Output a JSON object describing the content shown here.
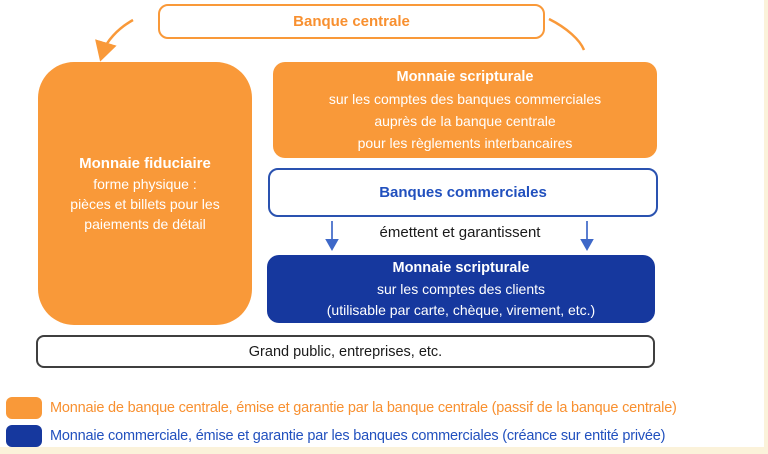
{
  "boxes": {
    "central_bank": {
      "label": "Banque centrale"
    },
    "fiduciary": {
      "title": "Monnaie fiduciaire",
      "lines": [
        "forme physique :",
        "pièces et billets pour les",
        "paiements de détail"
      ]
    },
    "scriptural_central": {
      "title": "Monnaie scripturale",
      "lines": [
        "sur les comptes des banques commerciales",
        "auprès de la banque centrale",
        "pour les règlements interbancaires"
      ]
    },
    "commercial_banks": {
      "label": "Banques commerciales"
    },
    "emit_label": "émettent et garantissent",
    "scriptural_commercial": {
      "title": "Monnaie scripturale",
      "lines": [
        "sur les comptes des clients",
        "(utilisable par carte, chèque, virement, etc.)"
      ]
    },
    "public": {
      "label": "Grand public, entreprises, etc."
    }
  },
  "legend": {
    "items": [
      {
        "swatch_color": "#F99939",
        "label": "Monnaie de banque centrale, émise et garantie par la banque centrale (passif de la banque centrale)"
      },
      {
        "swatch_color": "#16389E",
        "label": "Monnaie commerciale, émise et garantie par les banques commerciales (créance sur entité privée)"
      }
    ]
  },
  "colors": {
    "orange": "#F99939",
    "orange_text": "#F89030",
    "dark_blue": "#16389E",
    "royal_blue_text": "#2150BE",
    "blue_border": "#2A52B0",
    "arrow_blue": "#3E68C8",
    "dark_border": "#3F3F3F",
    "cream_edge": "#FBF2DA"
  }
}
